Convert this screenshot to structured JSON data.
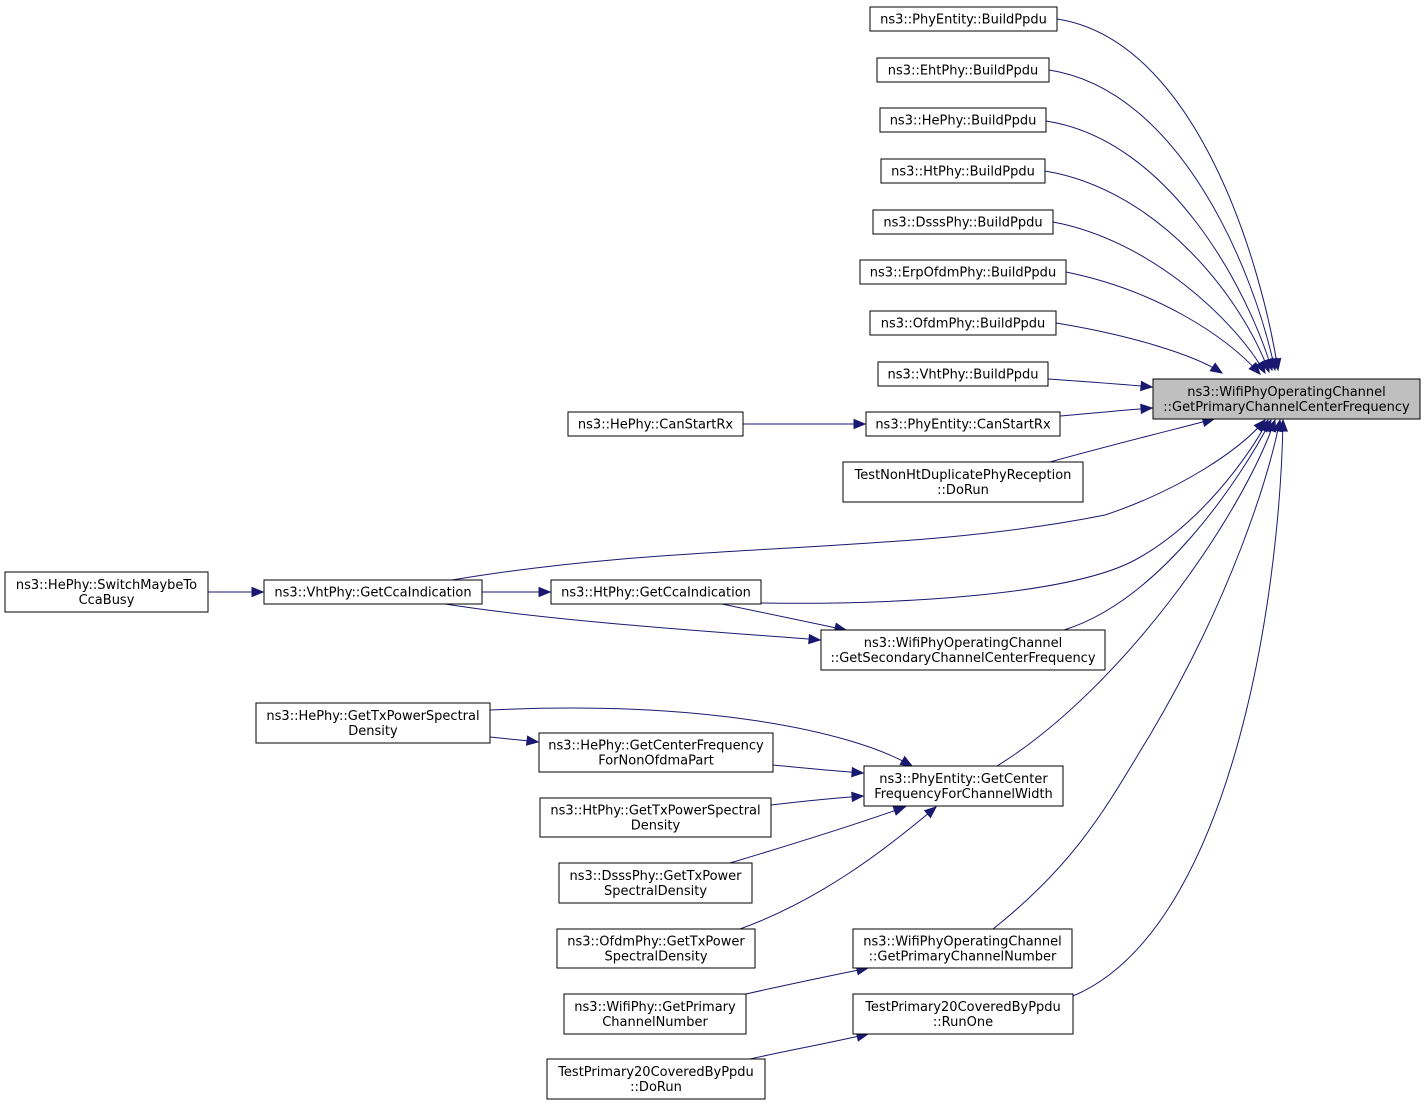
{
  "graph": {
    "nodes": [
      {
        "id": "target",
        "lines": [
          "ns3::WifiPhyOperatingChannel",
          "::GetPrimaryChannelCenterFrequency"
        ]
      },
      {
        "id": "phyentity-buildppdu",
        "lines": [
          "ns3::PhyEntity::BuildPpdu"
        ]
      },
      {
        "id": "ehtphy-buildppdu",
        "lines": [
          "ns3::EhtPhy::BuildPpdu"
        ]
      },
      {
        "id": "hephy-buildppdu",
        "lines": [
          "ns3::HePhy::BuildPpdu"
        ]
      },
      {
        "id": "htphy-buildppdu",
        "lines": [
          "ns3::HtPhy::BuildPpdu"
        ]
      },
      {
        "id": "dsssphy-buildppdu",
        "lines": [
          "ns3::DsssPhy::BuildPpdu"
        ]
      },
      {
        "id": "erpofdmphy-buildppdu",
        "lines": [
          "ns3::ErpOfdmPhy::BuildPpdu"
        ]
      },
      {
        "id": "ofdmphy-buildppdu",
        "lines": [
          "ns3::OfdmPhy::BuildPpdu"
        ]
      },
      {
        "id": "vhtphy-buildppdu",
        "lines": [
          "ns3::VhtPhy::BuildPpdu"
        ]
      },
      {
        "id": "phyentity-canstartrx",
        "lines": [
          "ns3::PhyEntity::CanStartRx"
        ]
      },
      {
        "id": "hephy-canstartrx",
        "lines": [
          "ns3::HePhy::CanStartRx"
        ]
      },
      {
        "id": "testnonht-dorun",
        "lines": [
          "TestNonHtDuplicatePhyReception",
          "::DoRun"
        ]
      },
      {
        "id": "vhtphy-getcca",
        "lines": [
          "ns3::VhtPhy::GetCcaIndication"
        ]
      },
      {
        "id": "hephy-switchcca",
        "lines": [
          "ns3::HePhy::SwitchMaybeTo",
          "CcaBusy"
        ]
      },
      {
        "id": "htphy-getcca",
        "lines": [
          "ns3::HtPhy::GetCcaIndication"
        ]
      },
      {
        "id": "getsecondary",
        "lines": [
          "ns3::WifiPhyOperatingChannel",
          "::GetSecondaryChannelCenterFrequency"
        ]
      },
      {
        "id": "phyentity-getcenter",
        "lines": [
          "ns3::PhyEntity::GetCenter",
          "FrequencyForChannelWidth"
        ]
      },
      {
        "id": "hephy-gettxpsd",
        "lines": [
          "ns3::HePhy::GetTxPowerSpectral",
          "Density"
        ]
      },
      {
        "id": "hephy-getcenternonofdma",
        "lines": [
          "ns3::HePhy::GetCenterFrequency",
          "ForNonOfdmaPart"
        ]
      },
      {
        "id": "htphy-gettxpsd",
        "lines": [
          "ns3::HtPhy::GetTxPowerSpectral",
          "Density"
        ]
      },
      {
        "id": "dsssphy-gettxpsd",
        "lines": [
          "ns3::DsssPhy::GetTxPower",
          "SpectralDensity"
        ]
      },
      {
        "id": "ofdmphy-gettxpsd",
        "lines": [
          "ns3::OfdmPhy::GetTxPower",
          "SpectralDensity"
        ]
      },
      {
        "id": "getprimarynumber",
        "lines": [
          "ns3::WifiPhyOperatingChannel",
          "::GetPrimaryChannelNumber"
        ]
      },
      {
        "id": "wifiphy-getprimarynumber",
        "lines": [
          "ns3::WifiPhy::GetPrimary",
          "ChannelNumber"
        ]
      },
      {
        "id": "testprimary20-runone",
        "lines": [
          "TestPrimary20CoveredByPpdu",
          "::RunOne"
        ]
      },
      {
        "id": "testprimary20-dorun",
        "lines": [
          "TestPrimary20CoveredByPpdu",
          "::DoRun"
        ]
      }
    ],
    "edges": [
      {
        "from": "phyentity-buildppdu",
        "to": "target"
      },
      {
        "from": "ehtphy-buildppdu",
        "to": "target"
      },
      {
        "from": "hephy-buildppdu",
        "to": "target"
      },
      {
        "from": "htphy-buildppdu",
        "to": "target"
      },
      {
        "from": "dsssphy-buildppdu",
        "to": "target"
      },
      {
        "from": "erpofdmphy-buildppdu",
        "to": "target"
      },
      {
        "from": "ofdmphy-buildppdu",
        "to": "target"
      },
      {
        "from": "vhtphy-buildppdu",
        "to": "target"
      },
      {
        "from": "phyentity-canstartrx",
        "to": "target"
      },
      {
        "from": "hephy-canstartrx",
        "to": "phyentity-canstartrx"
      },
      {
        "from": "testnonht-dorun",
        "to": "target"
      },
      {
        "from": "vhtphy-getcca",
        "to": "target"
      },
      {
        "from": "hephy-switchcca",
        "to": "vhtphy-getcca"
      },
      {
        "from": "vhtphy-getcca",
        "to": "htphy-getcca"
      },
      {
        "from": "vhtphy-getcca",
        "to": "getsecondary"
      },
      {
        "from": "htphy-getcca",
        "to": "target"
      },
      {
        "from": "htphy-getcca",
        "to": "getsecondary"
      },
      {
        "from": "getsecondary",
        "to": "target"
      },
      {
        "from": "phyentity-getcenter",
        "to": "target"
      },
      {
        "from": "hephy-gettxpsd",
        "to": "phyentity-getcenter"
      },
      {
        "from": "hephy-gettxpsd",
        "to": "hephy-getcenternonofdma"
      },
      {
        "from": "hephy-getcenternonofdma",
        "to": "phyentity-getcenter"
      },
      {
        "from": "htphy-gettxpsd",
        "to": "phyentity-getcenter"
      },
      {
        "from": "dsssphy-gettxpsd",
        "to": "phyentity-getcenter"
      },
      {
        "from": "ofdmphy-gettxpsd",
        "to": "phyentity-getcenter"
      },
      {
        "from": "getprimarynumber",
        "to": "target"
      },
      {
        "from": "wifiphy-getprimarynumber",
        "to": "getprimarynumber"
      },
      {
        "from": "testprimary20-runone",
        "to": "target"
      },
      {
        "from": "testprimary20-dorun",
        "to": "testprimary20-runone"
      }
    ]
  }
}
